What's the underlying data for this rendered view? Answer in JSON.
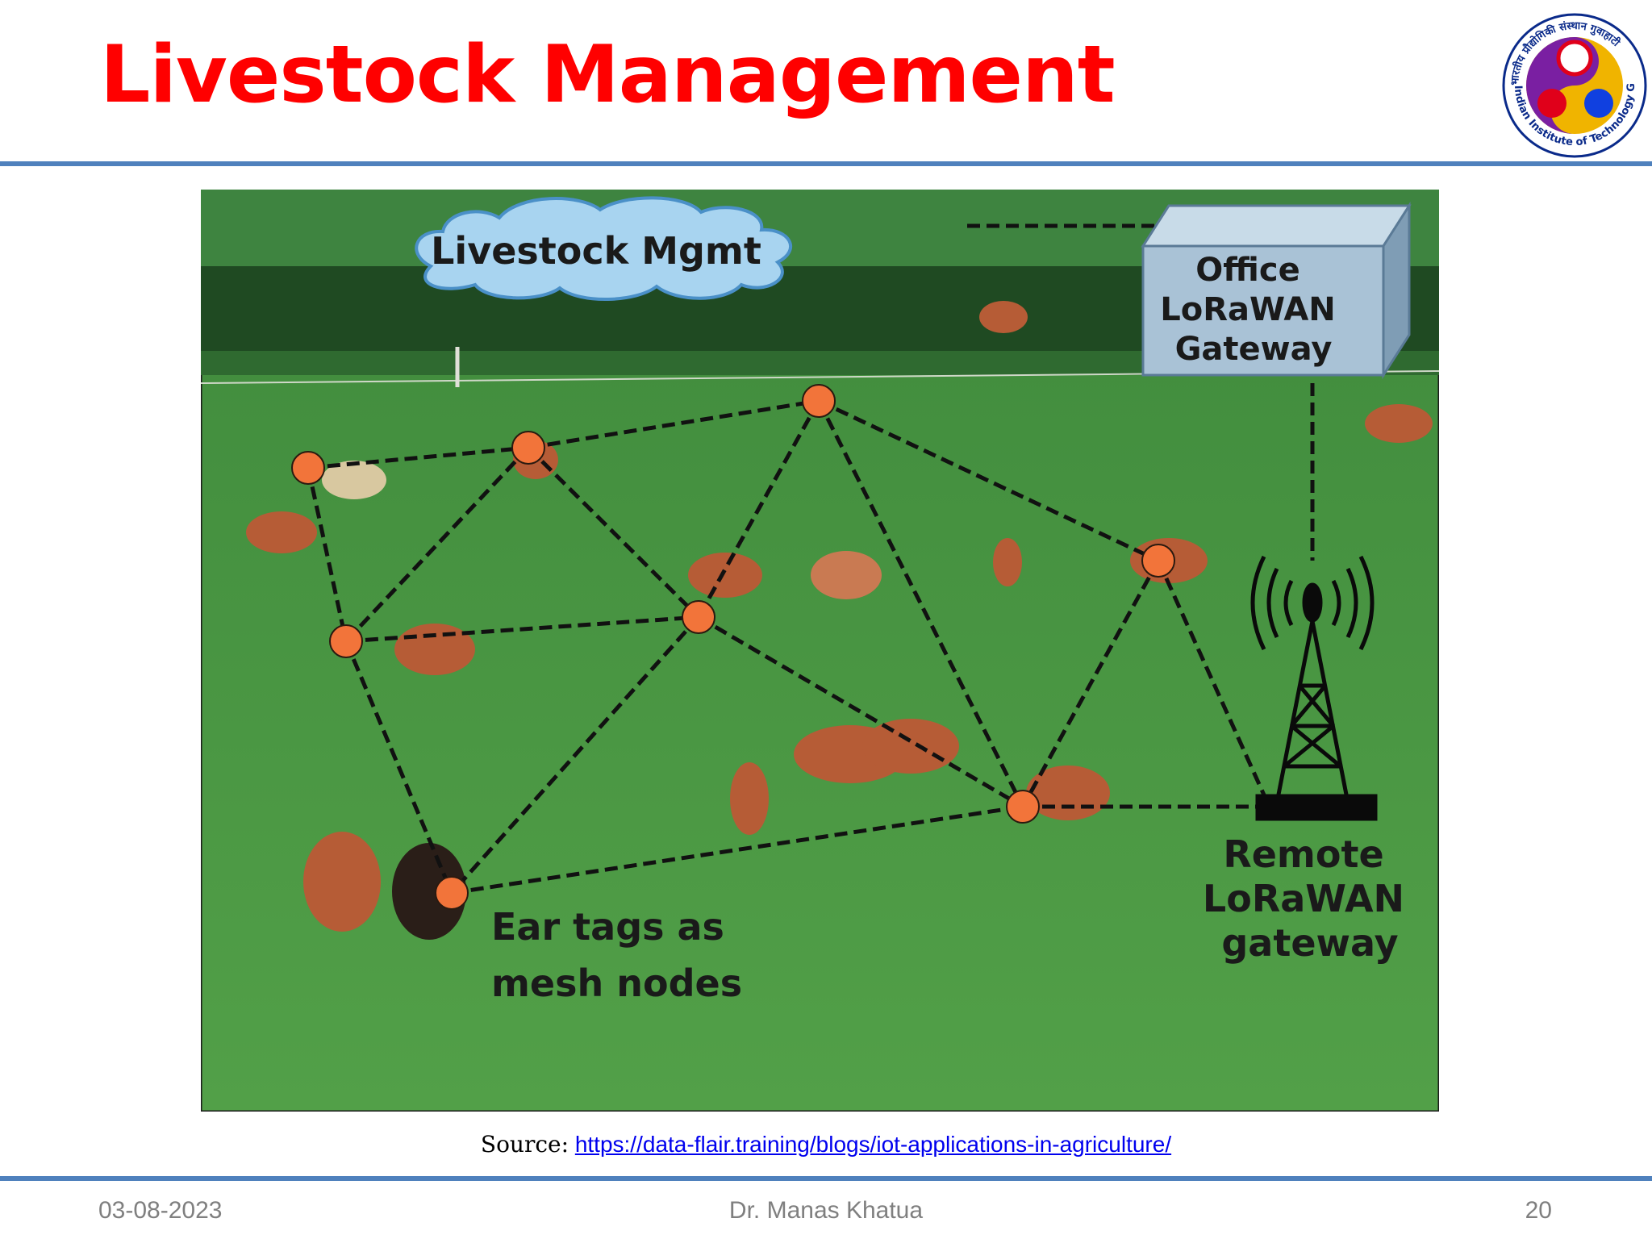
{
  "slide": {
    "title": "Livestock Management",
    "source_label": "Source:",
    "source_url": "https://data-flair.training/blogs/iot-applications-in-agriculture/"
  },
  "figure": {
    "cloud_label": "Livestock Mgmt",
    "office_gateway_lines": [
      "Office",
      "LoRaWAN",
      "Gateway"
    ],
    "remote_gateway_lines": [
      "Remote",
      "LoRaWAN",
      "gateway"
    ],
    "ear_tags_lines": [
      "Ear tags as",
      "mesh nodes"
    ]
  },
  "logo": {
    "text_top": "भारतीय प्रौद्योगिकी संस्थान गुवाहाटी",
    "text_bottom": "Indian Institute of Technology Guwahati"
  },
  "footer": {
    "date": "03-08-2023",
    "author": "Dr. Manas Khatua",
    "page": "20"
  },
  "colors": {
    "title": "#ff0000",
    "rule": "#4f81bd",
    "node": "#f2743a",
    "grass": "#4f9a45"
  }
}
